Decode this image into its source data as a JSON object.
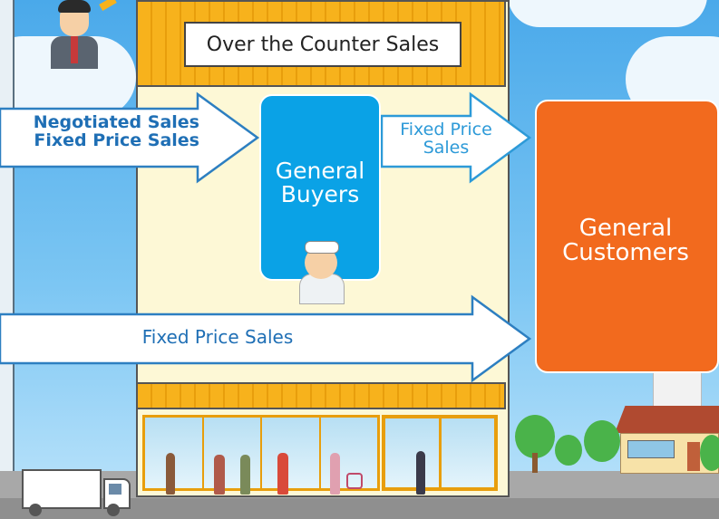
{
  "counter_sign": "Over the Counter Sales",
  "arrows": {
    "negotiated_line1": "Negotiated Sales",
    "negotiated_line2": "Fixed Price Sales",
    "fixed_short_line1": "Fixed Price",
    "fixed_short_line2": "Sales",
    "fixed_long": "Fixed Price Sales"
  },
  "buyers": {
    "line1": "General",
    "line2": "Buyers"
  },
  "customers": {
    "line1": "General",
    "line2": "Customers"
  },
  "colors": {
    "buyers_box": "#0aa2e6",
    "customers_box": "#f26a1e",
    "arrow_text": "#1f6fb5",
    "awning": "#f7b21c",
    "building": "#fdf8d6"
  },
  "icons": [
    "businessman-icon",
    "fishmonger-icon",
    "delivery-truck-icon",
    "house-icon",
    "tree-icon",
    "shopper-icon"
  ]
}
